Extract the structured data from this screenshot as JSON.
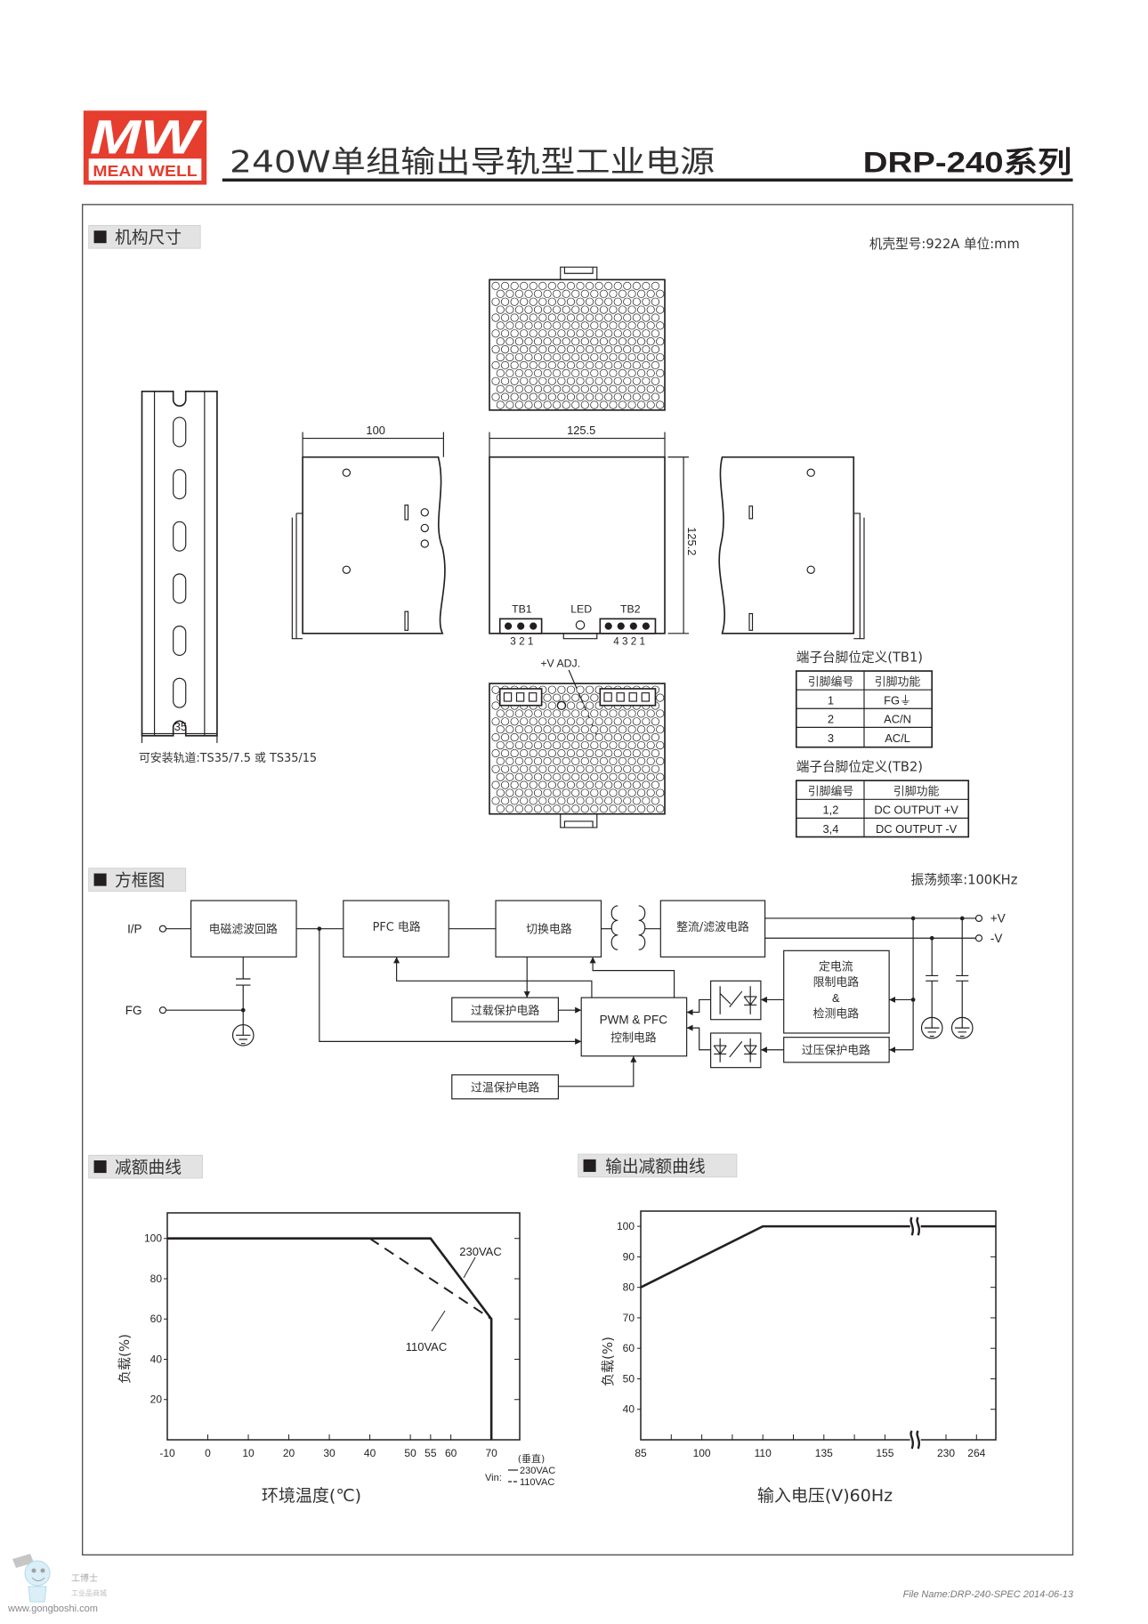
{
  "header": {
    "brand_mark": "MW",
    "brand_name": "MEAN WELL",
    "title": "240W单组输出导轨型工业电源",
    "series": "DRP-240系列"
  },
  "mechanical": {
    "section_title": "机构尺寸",
    "case_info": "机壳型号:922A 单位:mm",
    "rail_note": "可安装轨道:TS35/7.5 或 TS35/15",
    "dims": {
      "rail_width": "35",
      "depth": "100",
      "width": "125.5",
      "height": "125.2"
    },
    "labels": {
      "tb1": "TB1",
      "led": "LED",
      "tb2": "TB2",
      "tb1_pins": "3  2  1",
      "tb2_pins": "4  3  2  1",
      "vadj": "+V ADJ."
    },
    "tb1": {
      "title": "端子台脚位定义(TB1)",
      "headers": [
        "引脚编号",
        "引脚功能"
      ],
      "rows": [
        [
          "1",
          "FG⏚"
        ],
        [
          "2",
          "AC/N"
        ],
        [
          "3",
          "AC/L"
        ]
      ]
    },
    "tb2": {
      "title": "端子台脚位定义(TB2)",
      "headers": [
        "引脚编号",
        "引脚功能"
      ],
      "rows": [
        [
          "1,2",
          "DC OUTPUT +V"
        ],
        [
          "3,4",
          "DC OUTPUT -V"
        ]
      ]
    }
  },
  "block_diagram": {
    "section_title": "方框图",
    "frequency": "振荡频率:100KHz",
    "ip": "I/P",
    "fg": "FG",
    "vpos": "+V",
    "vneg": "-V",
    "emi": "电磁滤波回路",
    "pfc": "PFC 电路",
    "switching": "切换电路",
    "rectifier": "整流/滤波电路",
    "cc": [
      "定电流",
      "限制电路",
      "&",
      "检测电路"
    ],
    "olp": "过载保护电路",
    "pwm": [
      "PWM & PFC",
      "控制电路"
    ],
    "ovp": "过压保护电路",
    "otp": "过温保护电路"
  },
  "derating": {
    "section_title": "减额曲线"
  },
  "output_derating": {
    "section_title": "输出减额曲线"
  },
  "chart_data": [
    {
      "type": "line",
      "title": "减额曲线",
      "xlabel": "环境温度(℃)",
      "ylabel": "负载(%)",
      "xlim": [
        -10,
        77
      ],
      "ylim": [
        0,
        112.7
      ],
      "x_ticks": [
        -10,
        0,
        10,
        20,
        30,
        40,
        50,
        55,
        60,
        70
      ],
      "y_ticks": [
        20,
        40,
        60,
        80,
        100
      ],
      "x_note": "(垂直)",
      "series": [
        {
          "name": "230VAC",
          "style": "solid",
          "points": [
            [
              -10,
              100
            ],
            [
              55,
              100
            ],
            [
              70,
              60
            ],
            [
              70,
              0
            ]
          ]
        },
        {
          "name": "110VAC",
          "style": "dashed",
          "points": [
            [
              40,
              100
            ],
            [
              70,
              60
            ]
          ]
        }
      ],
      "annotations": [
        "230VAC",
        "110VAC"
      ],
      "legend": {
        "prefix": "Vin:",
        "entries": [
          "230VAC",
          "110VAC"
        ],
        "placement": "bottom-right"
      },
      "grid": false
    },
    {
      "type": "line",
      "title": "输出减额曲线",
      "xlabel": "输入电压(V)60Hz",
      "ylabel": "负载(%)",
      "ylim": [
        30,
        105
      ],
      "x_ticks": [
        85,
        100,
        110,
        135,
        155,
        230,
        264
      ],
      "y_ticks": [
        40,
        50,
        60,
        70,
        80,
        90,
        100
      ],
      "axis_break": [
        155,
        230
      ],
      "series": [
        {
          "name": "load",
          "style": "solid",
          "points": [
            [
              85,
              80
            ],
            [
              110,
              100
            ],
            [
              264,
              100
            ]
          ]
        }
      ],
      "grid": false
    }
  ],
  "footer": {
    "watermark_name": "工博士",
    "watermark_sub": "工业品商城",
    "watermark_url": "www.gongboshi.com",
    "file_info": "File Name:DRP-240-SPEC   2014-06-13"
  },
  "colors": {
    "brand_red": "#e53d2e",
    "ink": "#231f20",
    "section_bg": "#e3e3e3"
  }
}
